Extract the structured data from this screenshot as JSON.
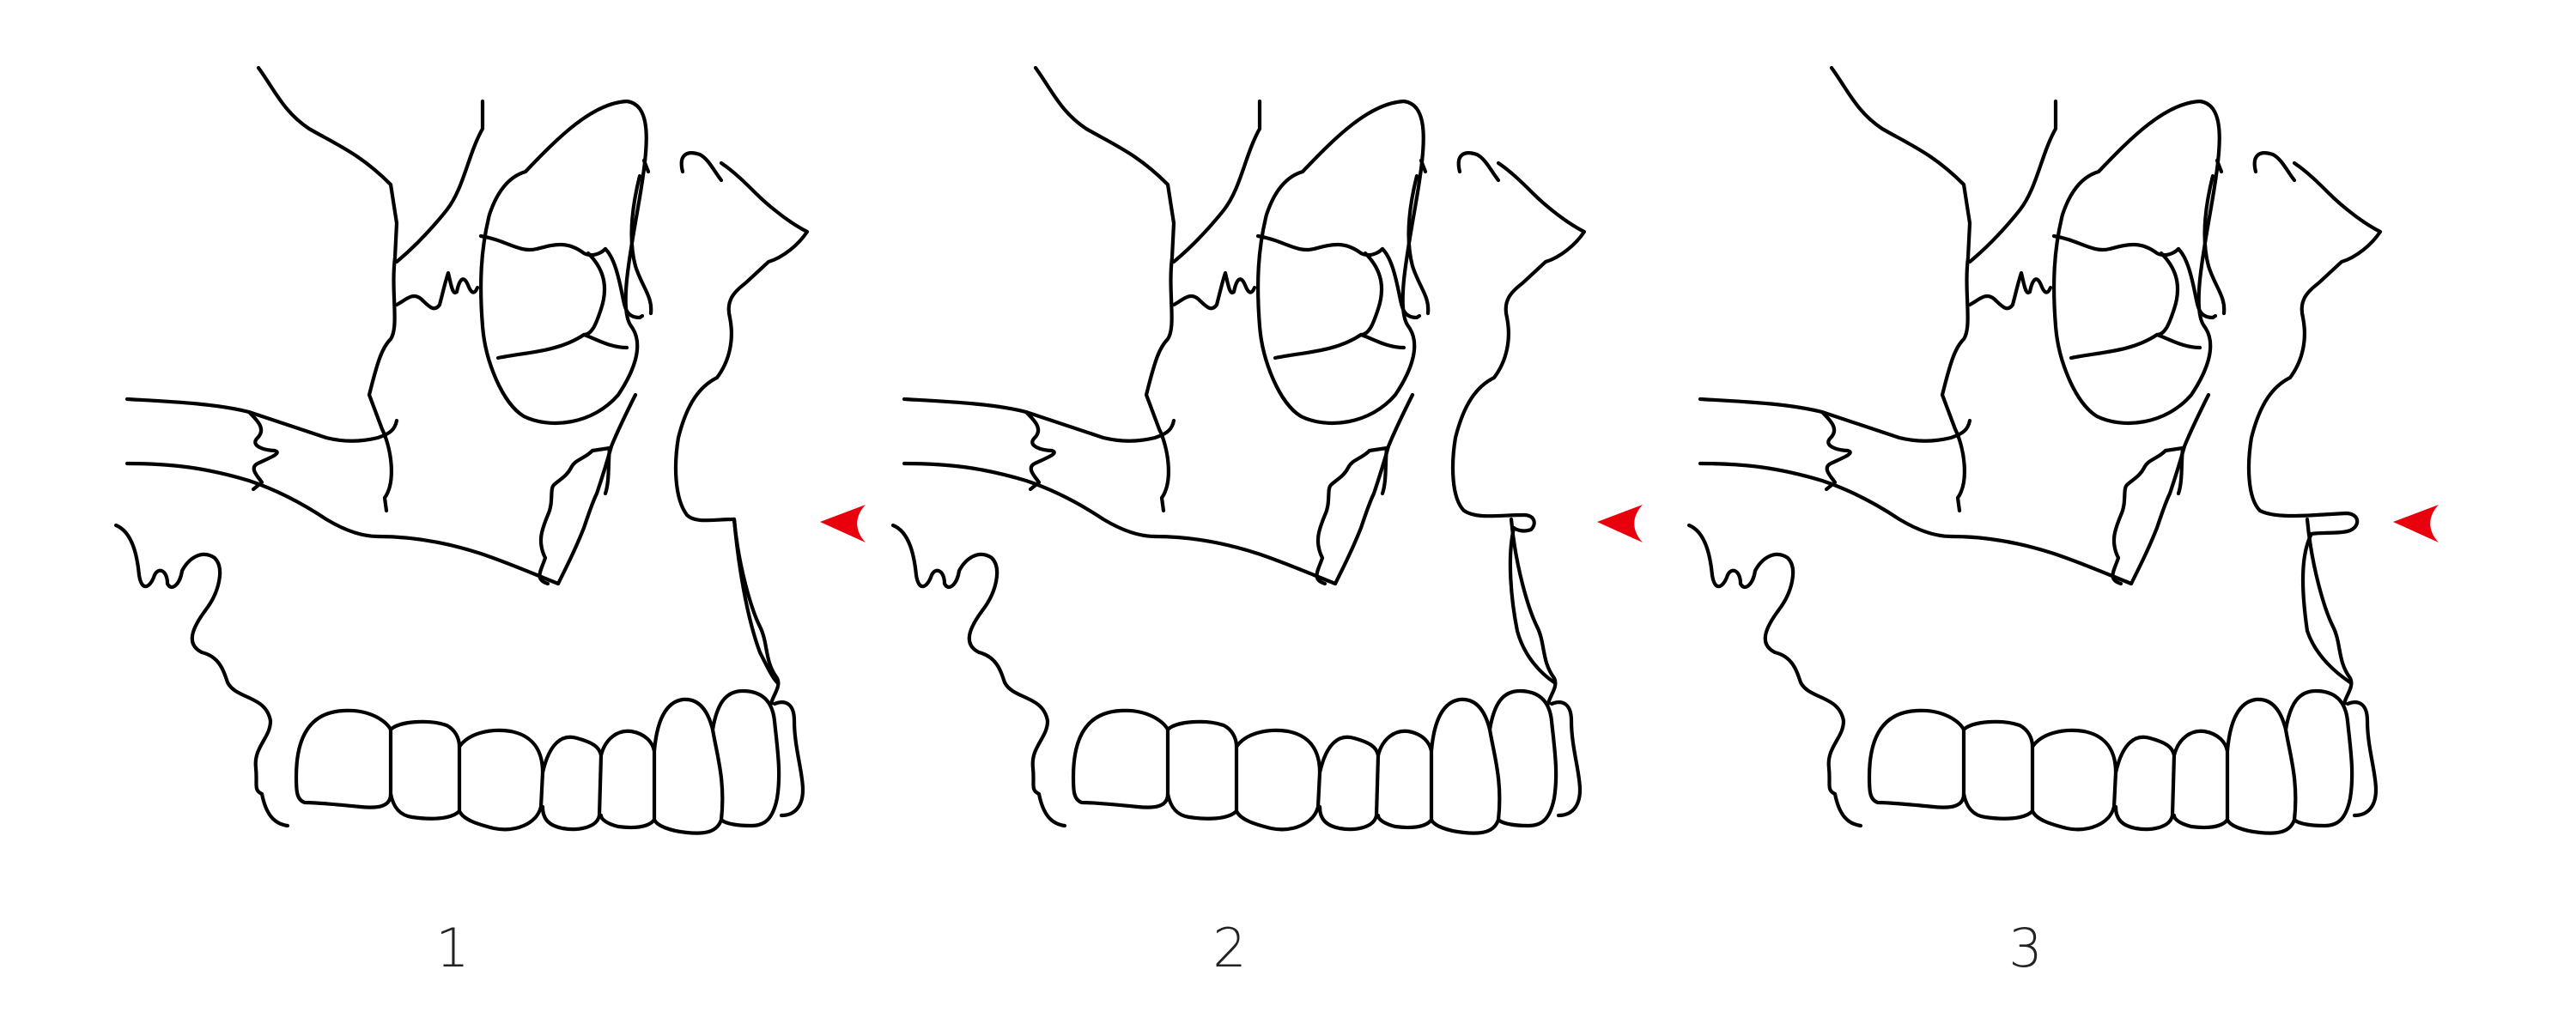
{
  "figure": {
    "panels": [
      {
        "label": "1",
        "variant": "1"
      },
      {
        "label": "2",
        "variant": "2"
      },
      {
        "label": "3",
        "variant": "3"
      }
    ],
    "colors": {
      "line": "#000000",
      "arrow": "#e8000d",
      "background": "#ffffff"
    },
    "arrow_icon": "red-arrowhead-pointing-left"
  }
}
